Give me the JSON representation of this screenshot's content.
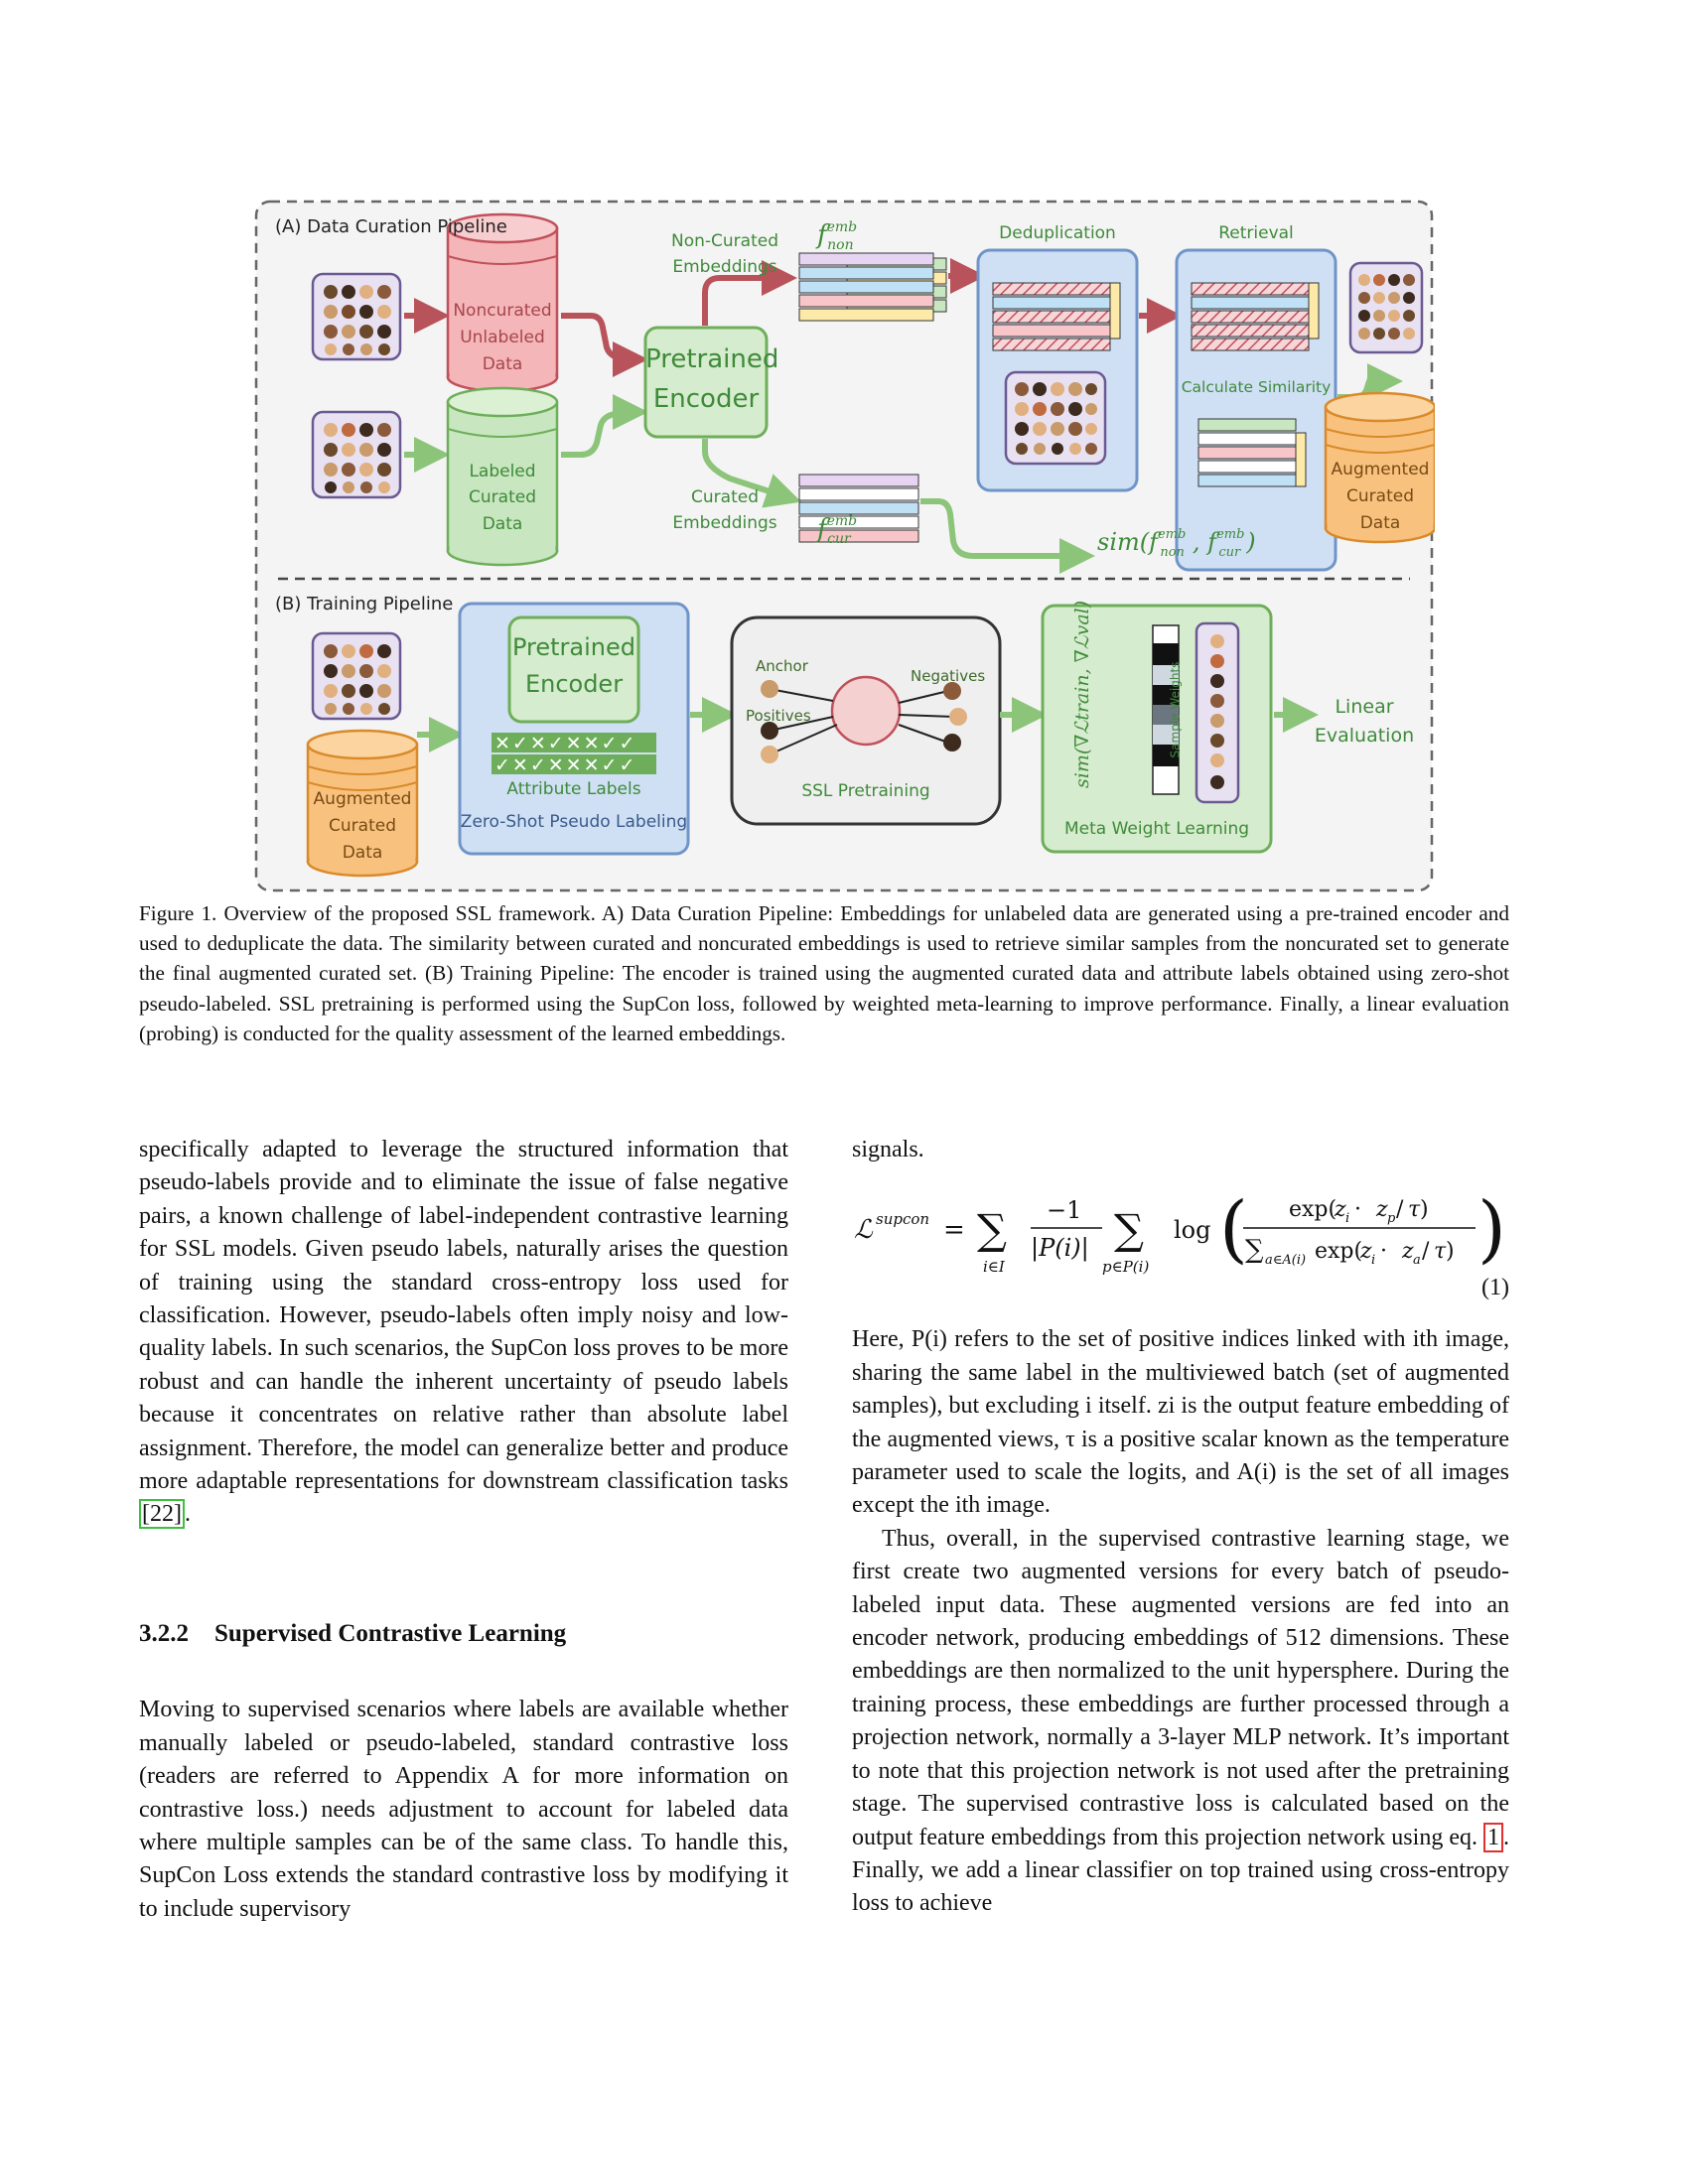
{
  "figure": {
    "panel_a": {
      "title": "(A) Data Curation Pipeline",
      "noncurated_db": "Noncurated\nUnlabeled Data",
      "labeled_db": "Labeled\nCurated Data",
      "encoder": "Pretrained\nEncoder",
      "noncurated_embeddings": "Non-Curated\nEmbeddings",
      "curated_embeddings": "Curated\nEmbeddings",
      "f_non": "f",
      "f_non_sup": "emb",
      "f_non_sub": "non",
      "f_cur_sup": "emb",
      "f_cur_sub": "cur",
      "deduplication": "Deduplication",
      "retrieval": "Retrieval",
      "calculate_similarity": "Calculate Similarity",
      "augmented_db": "Augmented\nCurated Data",
      "similarity_formula": "sim(f"
    },
    "panel_b": {
      "title": "(B) Training Pipeline",
      "augmented_db": "Augmented\nCurated Data",
      "encoder": "Pretrained\nEncoder",
      "attribute_labels": "Attribute Labels",
      "zero_shot": "Zero-Shot Pseudo Labeling",
      "anchor": "Anchor",
      "positives": "Positives",
      "negatives": "Negatives",
      "ssl_pretraining": "SSL Pretraining",
      "sample_weights": "Sample Weights",
      "meta_weight": "Meta Weight Learning",
      "gradient_similarity": "sim(∇ℒtrain, ∇ℒval)",
      "linear_evaluation": "Linear\nEvaluation"
    }
  },
  "caption": "Figure 1. Overview of the proposed SSL framework. A) Data Curation Pipeline: Embeddings for unlabeled data are generated using a pre-trained encoder and used to deduplicate the data. The similarity between curated and noncurated embeddings is used to retrieve similar samples from the noncurated set to generate the final augmented curated set. (B) Training Pipeline: The encoder is trained using the augmented curated data and attribute labels obtained using zero-shot pseudo-labeled. SSL pretraining is performed using the SupCon loss, followed by weighted meta-learning to improve performance. Finally, a linear evaluation (probing) is conducted for the quality assessment of the learned embeddings.",
  "left_column": {
    "para1_before_cite": "specifically adapted to leverage the structured information that pseudo-labels provide and to eliminate the issue of false negative pairs, a known challenge of label-independent contrastive learning for SSL models. Given pseudo labels, naturally arises the question of training using the standard cross-entropy loss used for classification. However, pseudo-labels often imply noisy and low-quality labels. In such scenarios, the SupCon loss proves to be more robust and can handle the inherent uncertainty of pseudo labels because it concentrates on relative rather than absolute label assignment. Therefore, the model can generalize better and produce more adaptable representations for downstream classification tasks ",
    "cite": "[22]",
    "para1_after_cite": ".",
    "section_number": "3.2.2",
    "section_title": "Supervised Contrastive Learning",
    "para2": "Moving to supervised scenarios where labels are available whether manually labeled or pseudo-labeled, standard contrastive loss (readers are referred to Appendix A for more information on contrastive loss.)  needs adjustment to account for labeled data where multiple samples can be of the same class. To handle this, SupCon Loss extends the standard contrastive loss by modifying it to include supervisory"
  },
  "right_column": {
    "para0": "signals.",
    "equation_number": "(1)",
    "para1": "Here, P(i) refers to the set of positive indices linked with ith image, sharing the same label in the multiviewed batch (set of augmented samples), but excluding i itself. zi is the output feature embedding of the augmented views, τ is a positive scalar known as the temperature parameter used to scale the logits, and A(i) is the set of all images except the ith image.",
    "para2_before_ref": "Thus, overall, in the supervised contrastive learning stage, we first create two augmented versions for every batch of pseudo-labeled input data. These augmented versions are fed into an encoder network, producing embeddings of 512 dimensions. These embeddings are then normalized to the unit hypersphere. During the training process, these embeddings are further processed through a projection network, normally a 3-layer MLP network. It’s important to note that this projection network is not used after the pretraining stage. The supervised contrastive loss is calculated based on the output feature embeddings from this projection network using eq. ",
    "ref": "1",
    "para2_after_ref": ". Finally, we add a linear classifier on top trained using cross-entropy loss to achieve"
  },
  "colors": {
    "green_text": "#3f8a3a",
    "red_db": "#f4b6b8",
    "green_db": "#c8e6bf",
    "orange_db": "#f8c27e",
    "blue_box": "#cfe0f5",
    "cite_box": "#3fbf3f",
    "ref_box": "#e03030"
  }
}
